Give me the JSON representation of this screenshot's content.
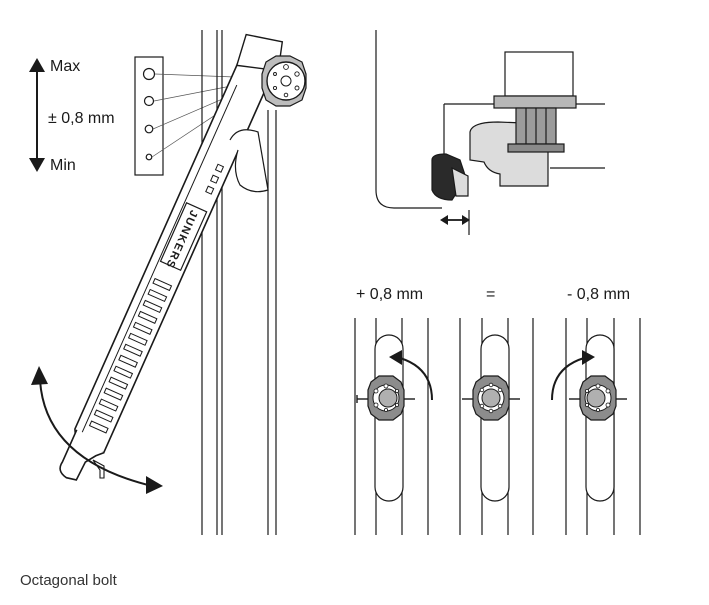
{
  "labels": {
    "max": "Max",
    "min": "Min",
    "tolerance": "± 0,8 mm",
    "plus": "+ 0,8 mm",
    "equals": "=",
    "minus": "- 0,8 mm",
    "brand": "JUNKERS"
  },
  "caption": "Octagonal bolt",
  "colors": {
    "line": "#1a1a1a",
    "bolt_ring": "#8c8c8c",
    "bolt_center": "#b0b0b0",
    "mechanism_grey": "#c8c8c8",
    "seal": "#2a2a2a"
  },
  "icons": [
    "up-down-arrow-icon",
    "rotate-left-arrow-icon",
    "rotate-right-arrow-icon",
    "double-arrow-icon",
    "curved-double-arrow-icon"
  ]
}
